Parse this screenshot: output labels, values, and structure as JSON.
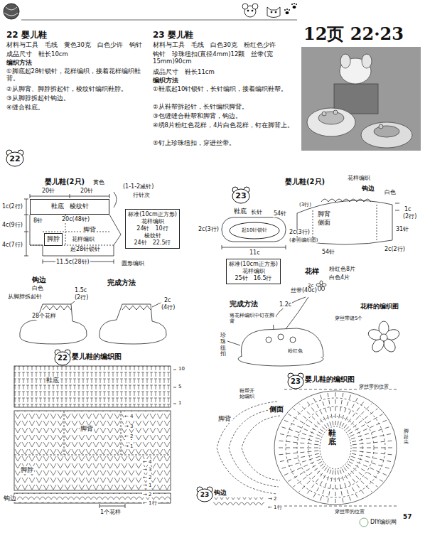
{
  "diagram": {
    "title": "12页 22·23",
    "nodes": [
      {
        "text": [
          "22"
        ]
      },
      {
        "text": [
          "鞋底",
          "棱纹针"
        ]
      },
      {
        "text": [
          "脚脖"
        ]
      },
      {
        "text": [
          "标准(10cm正方形)",
          "花样编织",
          "24针　10行",
          "棱纹针",
          "24针　22.5行"
        ]
      },
      {
        "text": [
          "22"
        ]
      },
      {
        "text": [
          "23"
        ]
      },
      {
        "text": [
          "起10针锁针"
        ]
      },
      {
        "text": [
          "标准(10cm正方形)",
          "花样编织",
          "25针　16.5行"
        ]
      },
      {
        "text": [
          "23"
        ]
      },
      {
        "text": [
          "23"
        ]
      }
    ],
    "labels": [
      "22 婴儿鞋",
      "材料与工具　毛线　黄色30克　白色少许　钩针",
      "成品尺寸　鞋长10cm",
      "编织方法",
      "①脚底起28针锁针，花样编织，接着花样编织鞋背。",
      "②从脚背、脚脖拆起针，棱纹针编织鞋脖。",
      "③从脚脖拆起针钩边。",
      "④缝合鞋底。",
      "23 婴儿鞋",
      "材料与工具　毛线　白色30克　粉红色少许",
      "钩针　珍珠纽扣(直径4mm)12颗　丝带(宽15mm)90cm",
      "成品尺寸　鞋长11cm",
      "编织方法",
      "①鞋底起10针锁针，长针编织，接着编织鞋帮。",
      "②从鞋帮拆起针，长针编织脚背。",
      "③包缝缝合鞋帮和脚背，钩边。",
      "④绣8片粉红色花样，4片白色花样，钉在脚背上。",
      "⑤钉上珍珠纽扣，穿进丝带。",
      "婴儿鞋(2只)",
      "黄色",
      "20针",
      "20针",
      "(1-1-2减针)",
      "行针次",
      "1c(2行)",
      "4c(9行)",
      "4c(7行)",
      "20c(48针)",
      "8针",
      "脚背",
      "花样编织",
      "圆形编织",
      "起28针锁针",
      "11.5c(28针)",
      "钩边",
      "白色",
      "从脚脖拆起针",
      "1.5c",
      "(2行)",
      "28个花样",
      "完成方法",
      "2c",
      "(4行)",
      "婴儿鞋的编织图",
      "鞋底",
      "10",
      "5",
      "1",
      "脚背",
      "← 4",
      "→ 3",
      "← 2",
      "→ 1",
      "脚脖",
      "← 4",
      "→ 3",
      "← 2",
      "→ 1",
      "钩边",
      "→ 2",
      "← 1行",
      "1个花样",
      "婴儿鞋(2只)",
      "花样编织",
      "钩边",
      "白色",
      "鞋底",
      "长针",
      "54针",
      "2c(3行)",
      "2c(3行)",
      "(参照编织图)",
      "11c",
      "(3行)",
      "脚背",
      "侧面",
      "1c",
      "(2行)",
      "31针",
      "54针",
      "2c(2行)",
      "花样",
      "粉红色8片",
      "白色4片",
      "2c",
      "花样的编织图",
      "完成方法",
      "丝带(40c)",
      "1.2c",
      "将花样编织中钉在脚背",
      "珍珠纽扣",
      "穿丝带缝5个",
      "粉红色",
      "婴儿鞋的编织图",
      "穿丝带的位置",
      "侧面",
      "鞋帮开始编织",
      "脚背",
      "鞋底",
      "脚趾尖",
      "穿丝带的位置",
      "钩边",
      "→ 2",
      "← 1行",
      "DIY编织网",
      "57"
    ]
  }
}
